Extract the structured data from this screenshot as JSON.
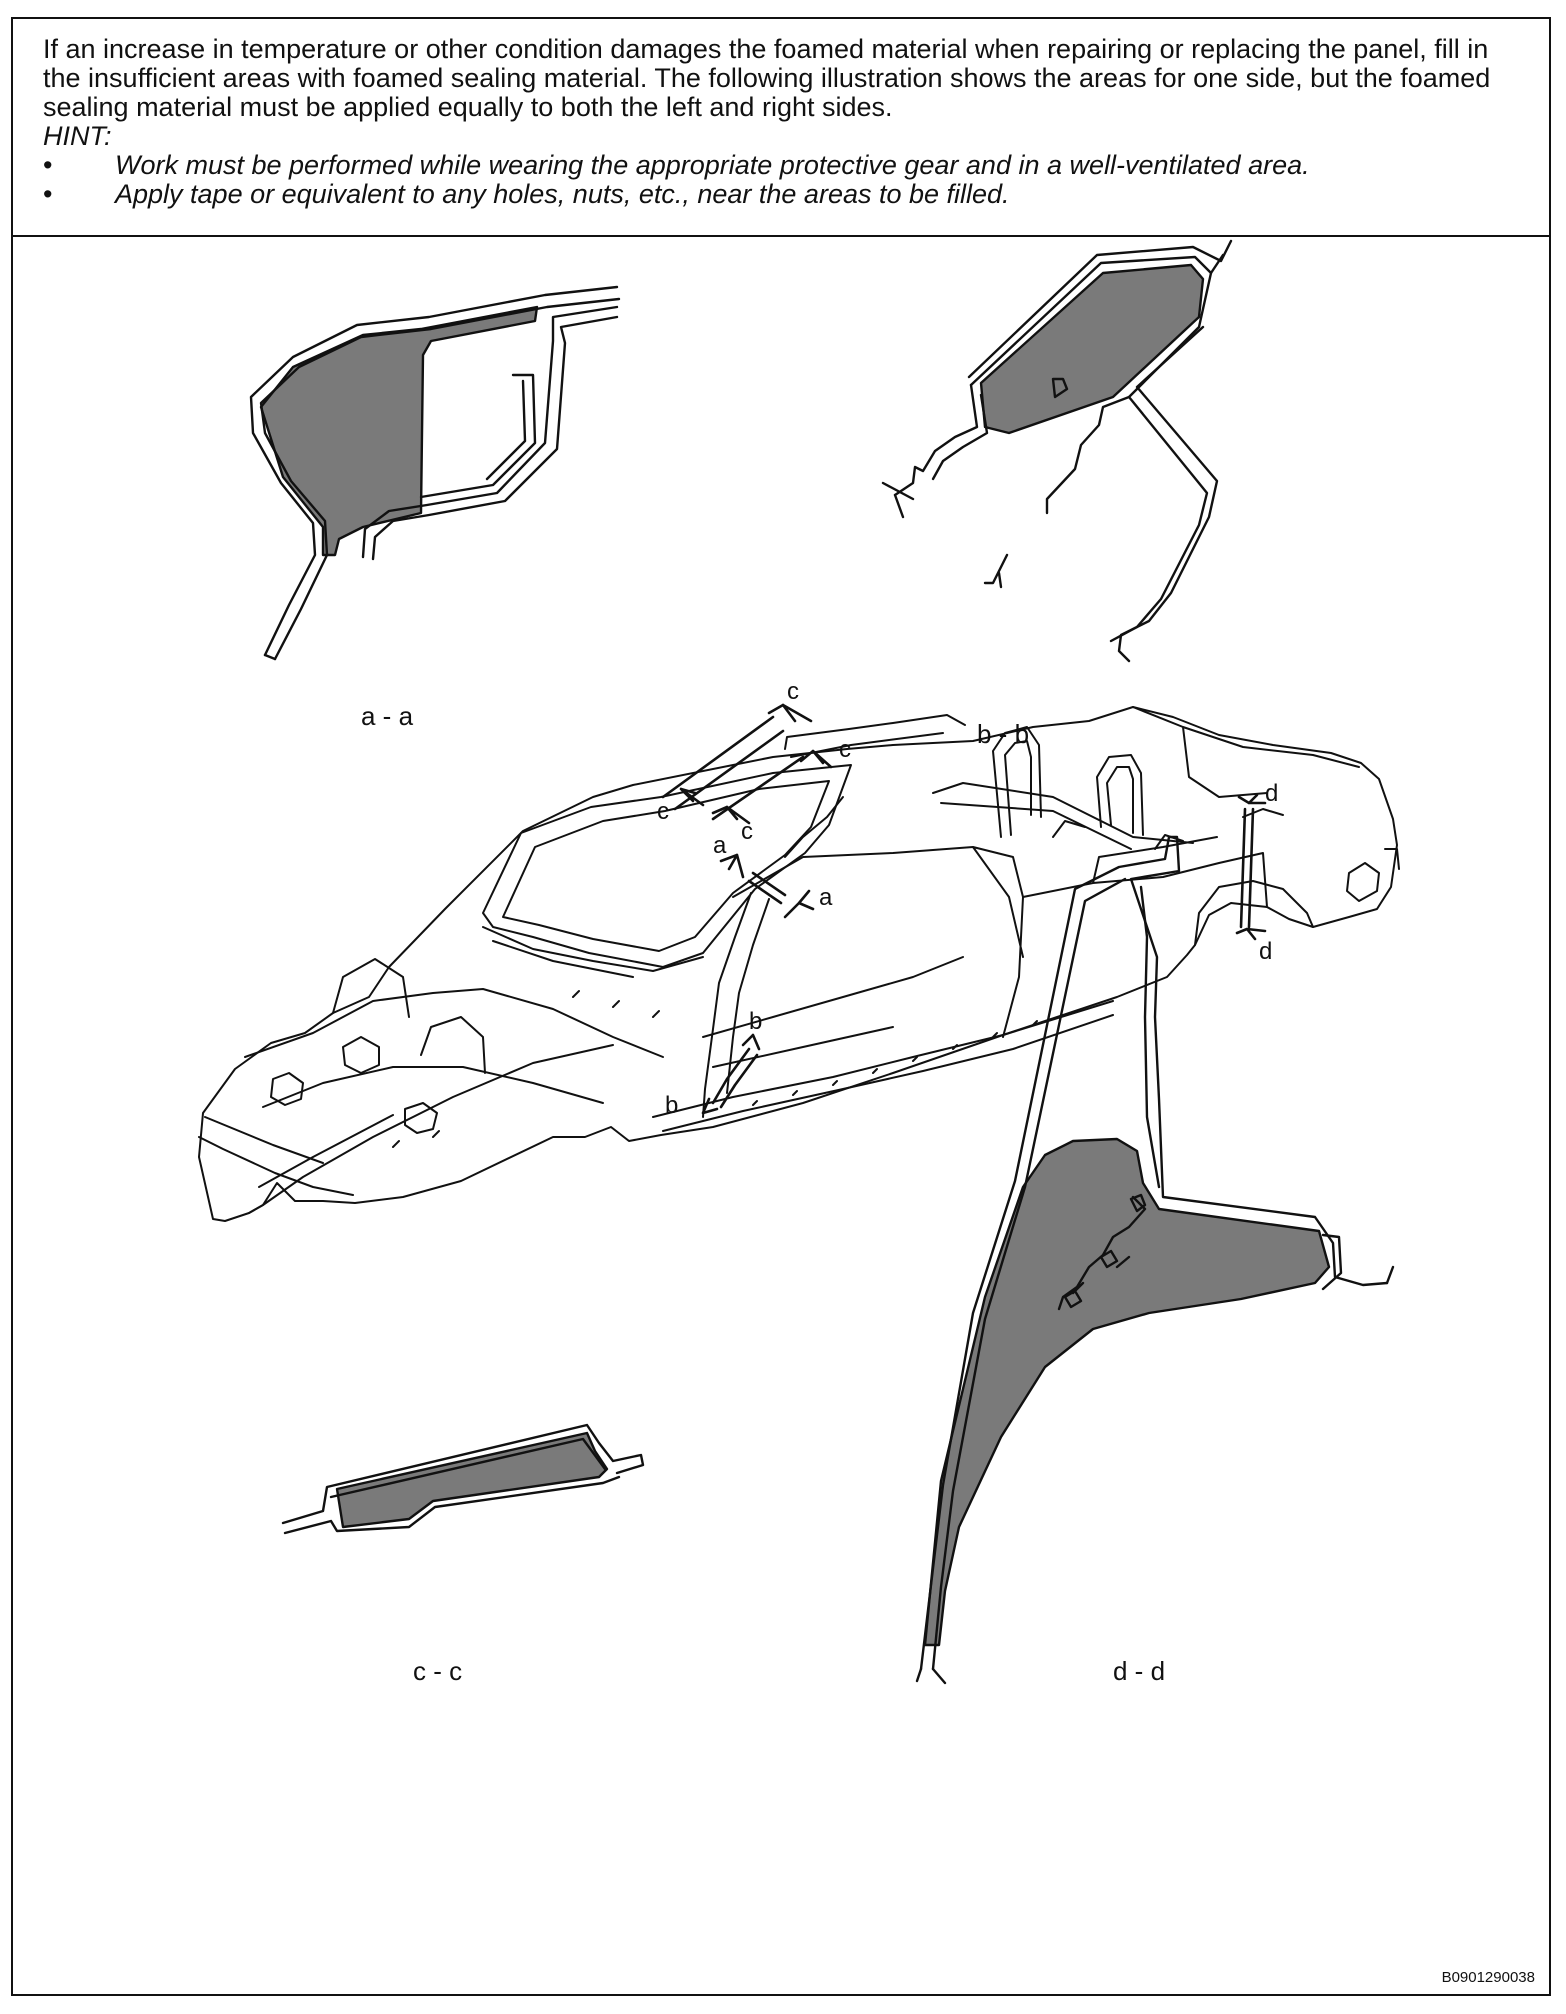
{
  "instructions": {
    "paragraph": "If an increase in temperature or other condition damages the foamed material when repairing or replacing the panel, fill in the insufficient areas with foamed sealing material. The following illustration shows the areas for one side, but the foamed sealing material must be applied equally to both the left and right sides.",
    "hint_label": "HINT:",
    "hints": [
      "Work must be performed while wearing the appropriate protective gear and in a well-ventilated area.",
      "Apply tape or equivalent to any holes, nuts, etc., near the areas to be filled."
    ],
    "bullet_char": "•"
  },
  "sections": {
    "aa": "a - a",
    "bb": "b - b",
    "cc": "c - c",
    "dd": "d - d"
  },
  "markers": {
    "a": "a",
    "b": "b",
    "c": "c",
    "d": "d"
  },
  "diagram_code": "B0901290038",
  "colors": {
    "fill": "#7a7a7a",
    "line": "#111111"
  }
}
